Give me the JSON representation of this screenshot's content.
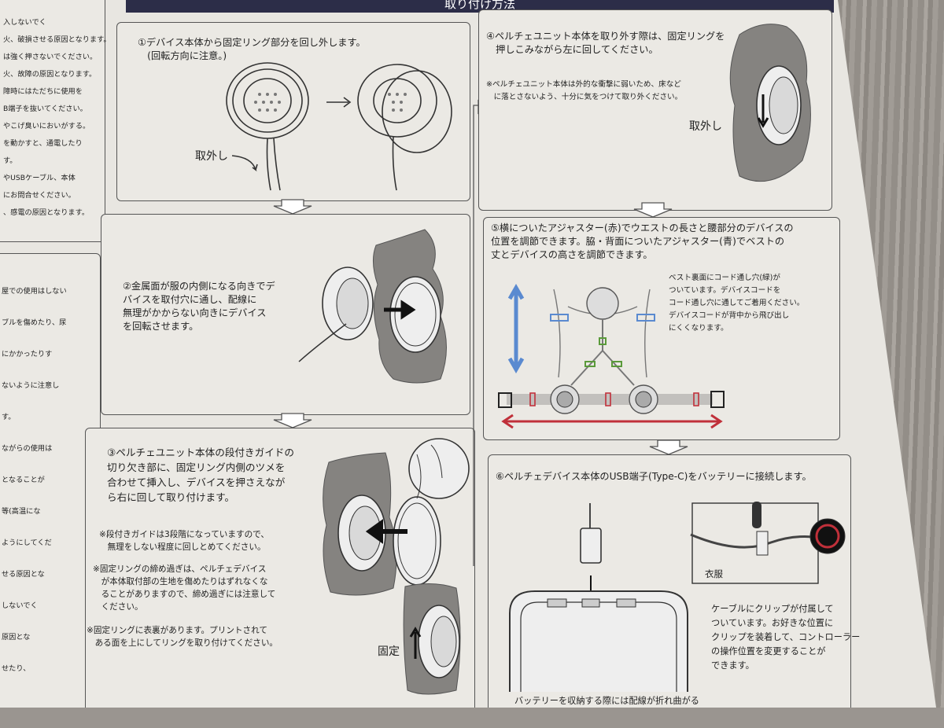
{
  "header": {
    "title": "取り付け方法"
  },
  "left_column": {
    "lines_top": [
      "入しないでく",
      "火、破損させる原因となります。",
      "は強く押さないでください。",
      "火、故障の原因となります。",
      "障時にはただちに使用を",
      "B端子を抜いてください。",
      "やこげ臭いにおいがする。",
      "を動かすと、通電したり",
      "す。",
      "やUSBケーブル、本体",
      "にお問合せください。",
      "、感電の原因となります。"
    ],
    "lines_bottom": [
      "屋での使用はしない",
      "ブルを傷めたり、尿",
      "にかかったりす",
      "ないように注意し",
      "す。",
      "ながらの使用は",
      "となることが",
      "等(高温にな",
      "ようにしてくだ",
      "せる原因とな",
      "しないでく",
      "原因とな",
      "せたり、"
    ]
  },
  "steps": [
    {
      "id": 1,
      "text": "①デバイス本体から固定リング部分を回し外します。\n　(回転方向に注意。)",
      "label": "取外し"
    },
    {
      "id": 2,
      "text": "②金属面が服の内側になる向きでデ\nバイスを取付穴に通し、配線に\n無理がかからない向きにデバイス\nを回転させます。"
    },
    {
      "id": 3,
      "text": "③ペルチェユニット本体の段付きガイドの\n切り欠き部に、固定リング内側のツメを\n合わせて挿入し、デバイスを押さえなが\nら右に回して取り付けます。",
      "notes": [
        "※段付きガイドは3段階になっていますので、\n　無理をしない程度に回しとめてください。",
        "※固定リングの締め過ぎは、ペルチェデバイス\n　が本体取付部の生地を傷めたりはずれなくな\n　ることがありますので、締め過ぎには注意して\n　ください。",
        "※固定リングに表裏があります。プリントされて\n　ある面を上にしてリングを取り付けてください。"
      ],
      "label": "固定"
    },
    {
      "id": 4,
      "text": "④ペルチェユニット本体を取り外す際は、固定リングを\n　押しこみながら左に回してください。",
      "note": "※ペルチェユニット本体は外的な衝撃に弱いため、床など\n　に落とさないよう、十分に気をつけて取り外ください。",
      "label": "取外し"
    },
    {
      "id": 5,
      "text": "⑤横についたアジャスター(赤)でウエストの長さと腰部分のデバイスの\n位置を調節できます。脇・背面についたアジャスター(青)でベストの\n丈とデバイスの高さを調節できます。",
      "note": "ベスト裏面にコード通し穴(緑)が\nついています。デバイスコードを\nコード通し穴に通してご着用ください。\nデバイスコードが背中から飛び出し\nにくくなります。"
    },
    {
      "id": 6,
      "text": "⑥ペルチェデバイス本体のUSB端子(Type-C)をバッテリーに接続します。",
      "label": "衣服",
      "note": "ケーブルにクリップが付属して\nついています。お好きな位置に\nクリップを装着して、コントローラー\nの操作位置を変更することが\nできます。",
      "footer": "バッテリーを収納する際には配線が折れ曲がる"
    }
  ],
  "colors": {
    "header": "#2c2d48",
    "adjuster_red": "#c0303a",
    "adjuster_blue": "#5a8ad0",
    "cord_green": "#5a9a3a"
  }
}
